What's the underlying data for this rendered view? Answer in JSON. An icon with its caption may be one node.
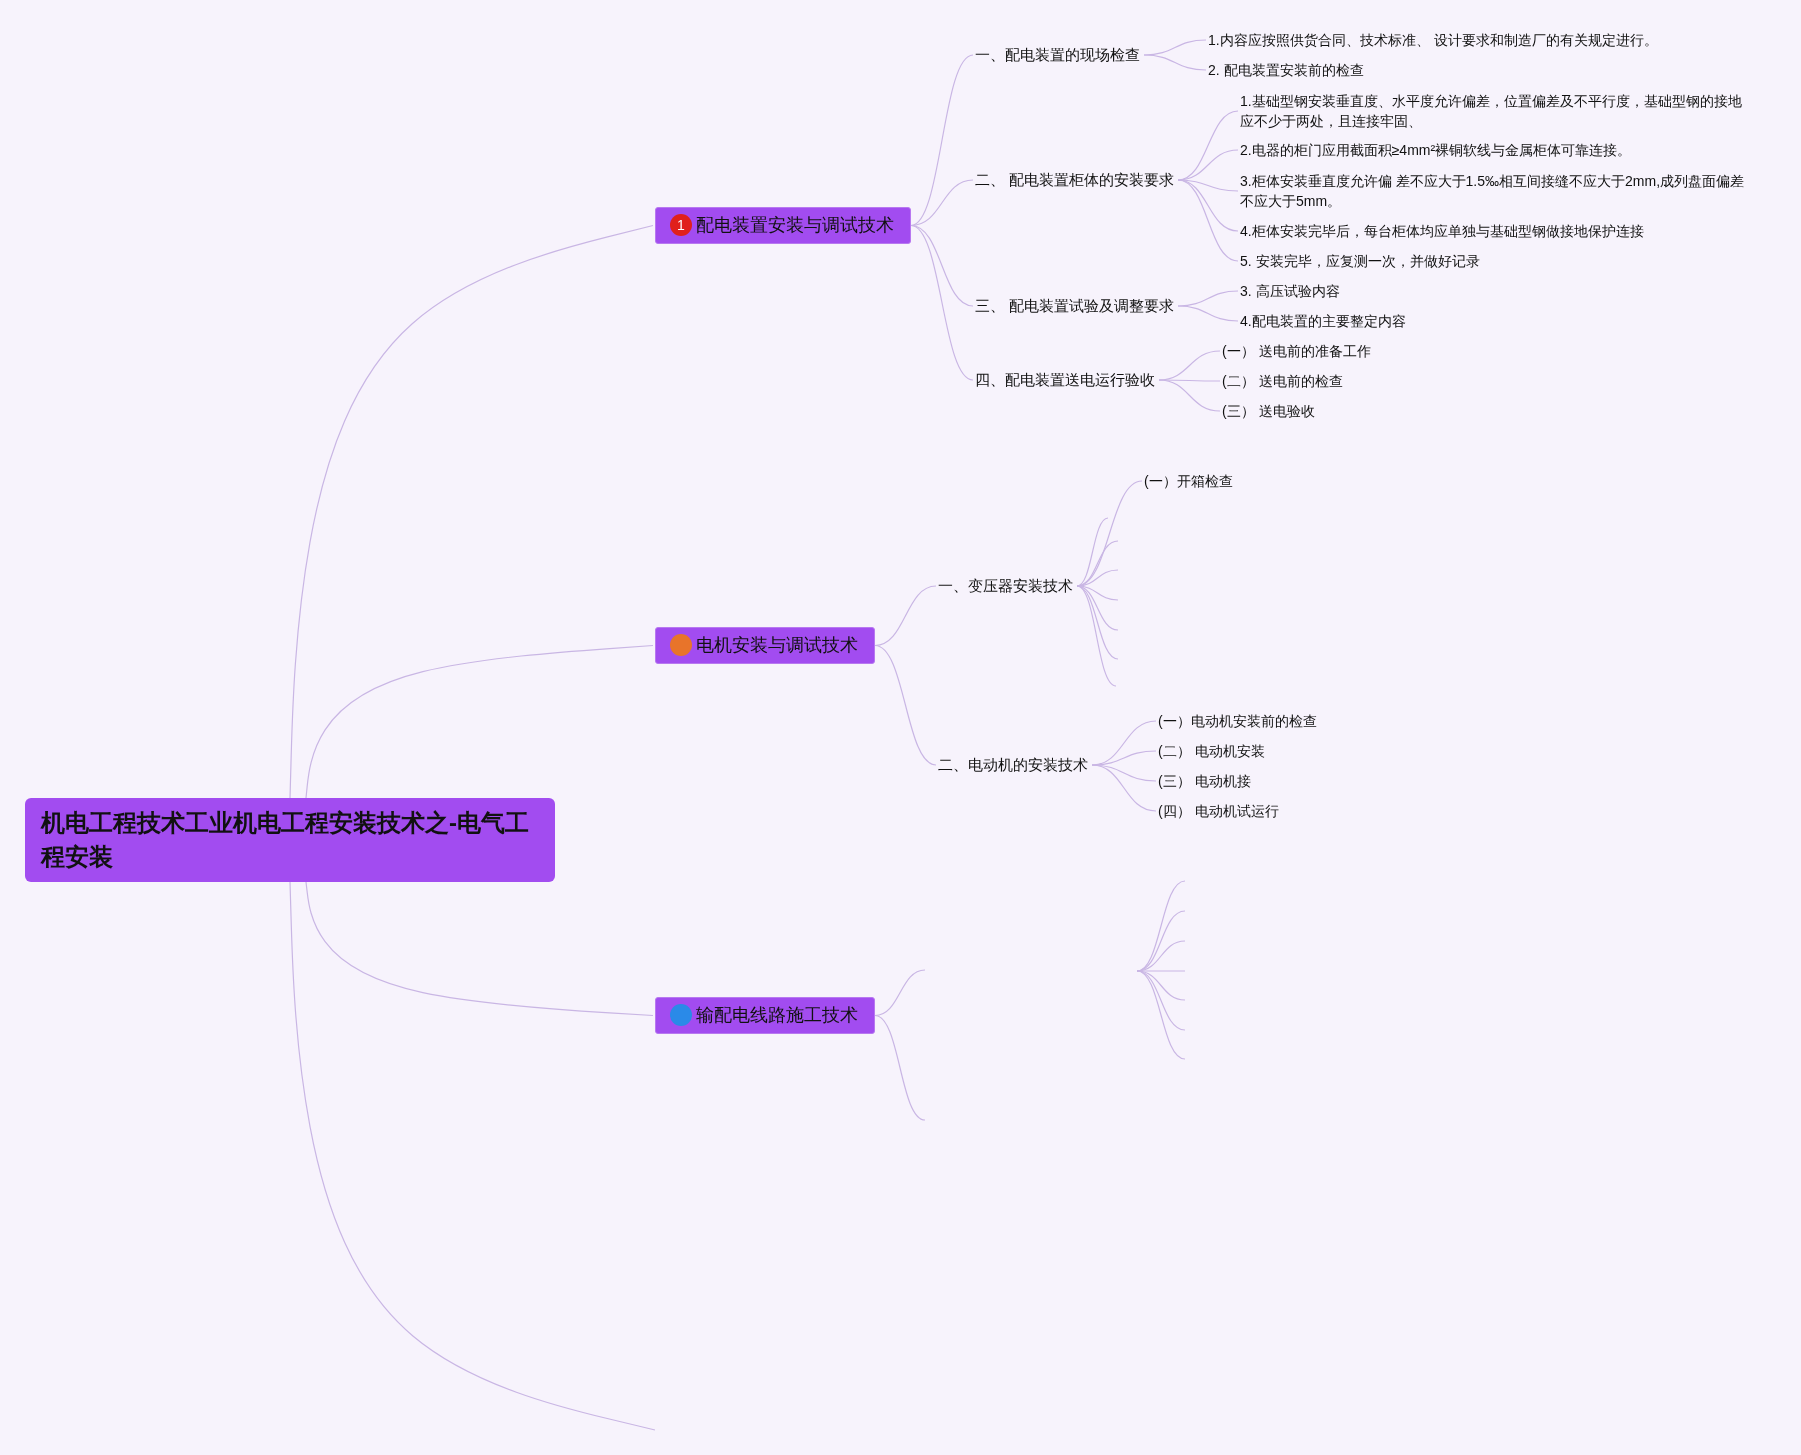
{
  "diagram": {
    "nodes": [
      {
        "text": [
          "机电工程技术工业机电工程安装技术之-电气工程安装"
        ]
      },
      {
        "text": [
          "1",
          "配电装置安装与调试技术"
        ]
      },
      {
        "text": [
          "一、配电装置的现场检查"
        ]
      },
      {
        "text": [
          "1.内容应按照供货合同、技术标准、 设计要求和制造厂的有关规定进行。"
        ]
      },
      {
        "text": [
          "2. 配电装置安装前的检查"
        ]
      },
      {
        "text": [
          "二、 配电装置柜体的安装要求"
        ]
      },
      {
        "text": [
          "1.基础型钢安装垂直度、水平度允许偏差，位置偏差及不平行度，基础型钢的接地应不少于两处，且连接牢固、"
        ]
      },
      {
        "text": [
          "2.电器的柜门应用截面积≥4mm²裸铜软线与金属柜体可靠连接。"
        ]
      },
      {
        "text": [
          "3.柜体安装垂直度允许偏 差不应大于1.5‰相互间接缝不应大于2mm,成列盘面偏差不应大于5mm。"
        ]
      },
      {
        "text": [
          "4.柜体安装完毕后，每台柜体均应单独与基础型钢做接地保护连接"
        ]
      },
      {
        "text": [
          "5. 安装完毕，应复测一次，并做好记录"
        ]
      },
      {
        "text": [
          "三、 配电装置试验及调整要求"
        ]
      },
      {
        "text": [
          "3. 高压试验内容"
        ]
      },
      {
        "text": [
          "4.配电装置的主要整定内容"
        ]
      },
      {
        "text": [
          "四、配电装置送电运行验收"
        ]
      },
      {
        "text": [
          "(一）  送电前的准备工作"
        ]
      },
      {
        "text": [
          "(二）  送电前的检查"
        ]
      },
      {
        "text": [
          "(三）  送电验收"
        ]
      },
      {
        "text": [
          "电机安装与调试技术"
        ]
      },
      {
        "text": [
          "一、变压器安装技术"
        ]
      },
      {
        "text": [
          "(一）开箱检查"
        ]
      },
      {
        "text": [
          "二、电动机的安装技术"
        ]
      },
      {
        "text": [
          "(一）电动机安装前的检查"
        ]
      },
      {
        "text": [
          "(二）  电动机安装"
        ]
      },
      {
        "text": [
          "(三）  电动机接"
        ]
      },
      {
        "text": [
          "(四）  电动机试运行"
        ]
      },
      {
        "text": [
          "输配电线路施工技术"
        ]
      }
    ],
    "edges": [
      {
        "from": 0,
        "to": 1,
        "arrow": "none"
      },
      {
        "from": 1,
        "to": 2,
        "arrow": "none"
      },
      {
        "from": 2,
        "to": 3,
        "arrow": "none"
      },
      {
        "from": 2,
        "to": 4,
        "arrow": "none"
      },
      {
        "from": 1,
        "to": 5,
        "arrow": "none"
      },
      {
        "from": 5,
        "to": 6,
        "arrow": "none"
      },
      {
        "from": 5,
        "to": 7,
        "arrow": "none"
      },
      {
        "from": 5,
        "to": 8,
        "arrow": "none"
      },
      {
        "from": 5,
        "to": 9,
        "arrow": "none"
      },
      {
        "from": 5,
        "to": 10,
        "arrow": "none"
      },
      {
        "from": 1,
        "to": 11,
        "arrow": "none"
      },
      {
        "from": 11,
        "to": 12,
        "arrow": "none"
      },
      {
        "from": 11,
        "to": 13,
        "arrow": "none"
      },
      {
        "from": 1,
        "to": 14,
        "arrow": "none"
      },
      {
        "from": 14,
        "to": 15,
        "arrow": "none"
      },
      {
        "from": 14,
        "to": 16,
        "arrow": "none"
      },
      {
        "from": 14,
        "to": 17,
        "arrow": "none"
      },
      {
        "from": 0,
        "to": 18,
        "arrow": "none"
      },
      {
        "from": 18,
        "to": 19,
        "arrow": "none"
      },
      {
        "from": 19,
        "to": 20,
        "arrow": "none"
      },
      {
        "from": 19,
        "to": null,
        "arrow": "none"
      },
      {
        "from": 19,
        "to": null,
        "arrow": "none"
      },
      {
        "from": 19,
        "to": null,
        "arrow": "none"
      },
      {
        "from": 19,
        "to": null,
        "arrow": "none"
      },
      {
        "from": 19,
        "to": null,
        "arrow": "none"
      },
      {
        "from": 19,
        "to": null,
        "arrow": "none"
      },
      {
        "from": 19,
        "to": null,
        "arrow": "none"
      },
      {
        "from": 18,
        "to": 21,
        "arrow": "none"
      },
      {
        "from": 21,
        "to": 22,
        "arrow": "none"
      },
      {
        "from": 21,
        "to": 23,
        "arrow": "none"
      },
      {
        "from": 21,
        "to": 24,
        "arrow": "none"
      },
      {
        "from": 21,
        "to": 25,
        "arrow": "none"
      },
      {
        "from": 0,
        "to": 26,
        "arrow": "none"
      },
      {
        "from": 26,
        "to": null,
        "arrow": "none"
      },
      {
        "from": 26,
        "to": null,
        "arrow": "none"
      },
      {
        "from": 0,
        "to": null,
        "arrow": "none"
      }
    ]
  }
}
